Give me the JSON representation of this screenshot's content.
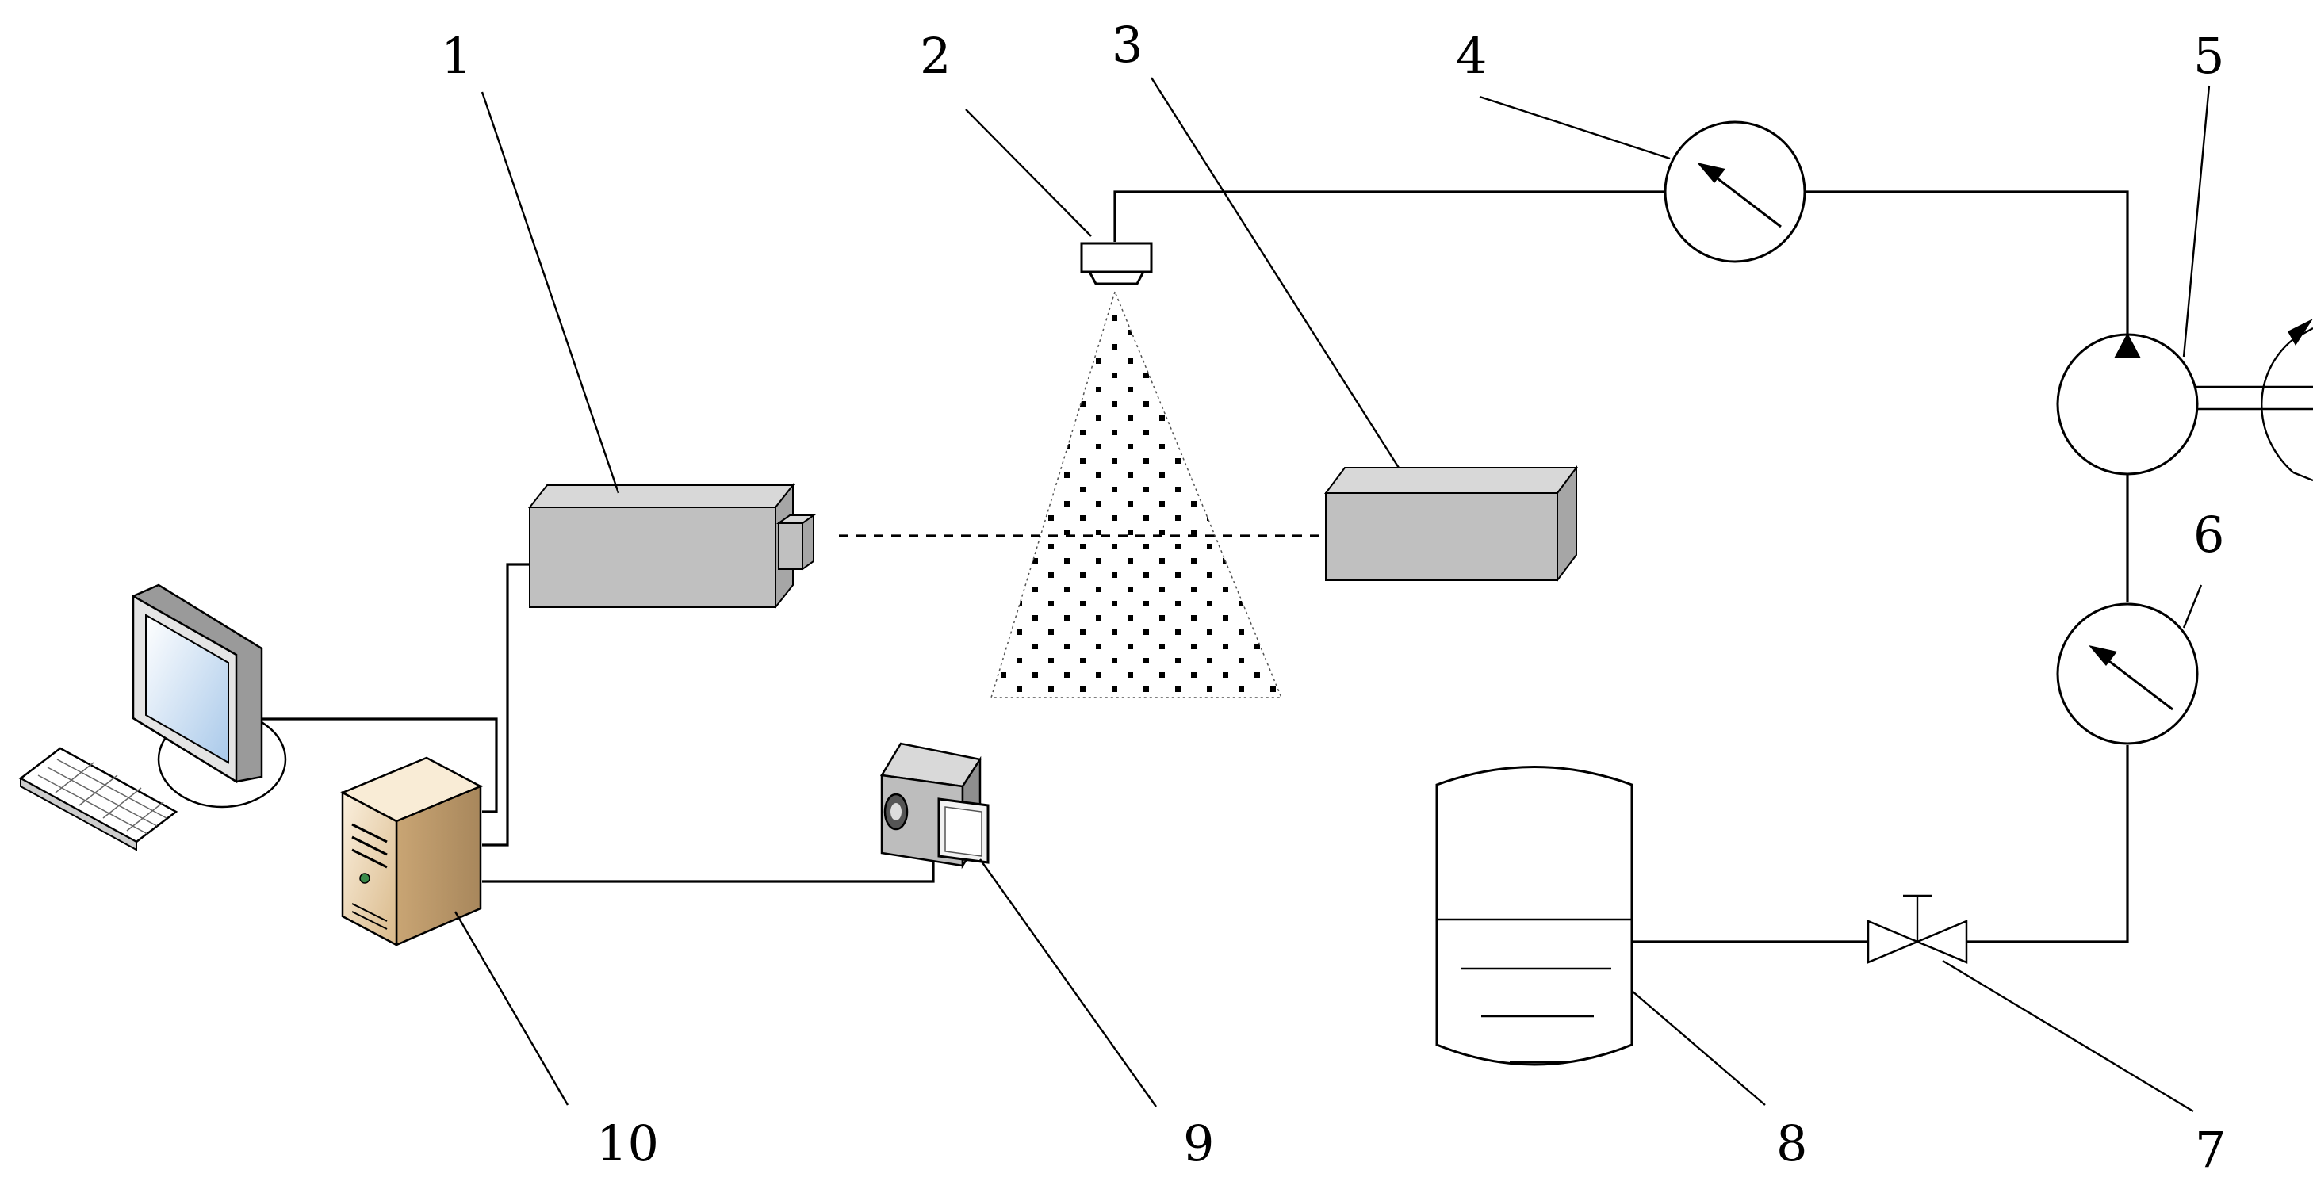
{
  "labels": {
    "l1": "1",
    "l2": "2",
    "l3": "3",
    "l4": "4",
    "l5": "5",
    "l6": "6",
    "l7": "7",
    "l8": "8",
    "l9": "9",
    "l10": "10"
  },
  "colors": {
    "line": "#000000",
    "box_front": "#c0c0c0",
    "box_top": "#d8d8d8",
    "box_side": "#a6a6a6",
    "pc_case": "#ecd7b4",
    "monitor_frame": "#d6d6d6",
    "monitor_screen": "#d6e8f7",
    "spray_dot": "#000000"
  },
  "icons": {
    "computer": "desktop-computer-icon",
    "camera": "video-camera-icon"
  }
}
